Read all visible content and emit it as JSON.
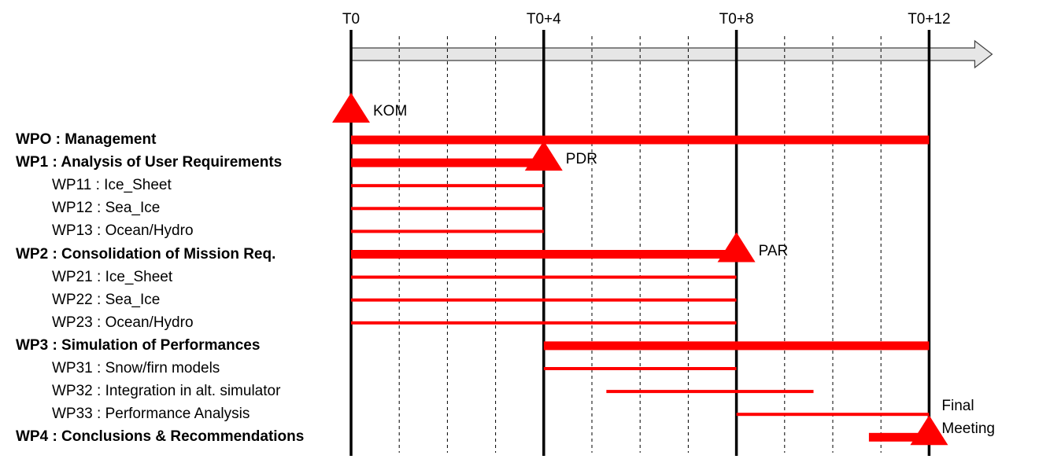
{
  "chart_data": {
    "type": "gantt",
    "x_unit": "months",
    "xlim": [
      0,
      12
    ],
    "major_ticks": [
      {
        "x": 0,
        "label": "T0"
      },
      {
        "x": 4,
        "label": "T0+4"
      },
      {
        "x": 8,
        "label": "T0+8"
      },
      {
        "x": 12,
        "label": "T0+12"
      }
    ],
    "minor_ticks": [
      1,
      2,
      3,
      5,
      6,
      7,
      9,
      10,
      11
    ],
    "tasks": [
      {
        "label": "WPO : Management",
        "level": 0,
        "start": 0,
        "end": 12
      },
      {
        "label": "WP1 : Analysis of User Requirements",
        "level": 0,
        "start": 0,
        "end": 4
      },
      {
        "label": "WP11 : Ice_Sheet",
        "level": 1,
        "start": 0,
        "end": 4
      },
      {
        "label": "WP12 : Sea_Ice",
        "level": 1,
        "start": 0,
        "end": 4
      },
      {
        "label": "WP13 : Ocean/Hydro",
        "level": 1,
        "start": 0,
        "end": 4
      },
      {
        "label": "WP2 : Consolidation of Mission Req.",
        "level": 0,
        "start": 0,
        "end": 8
      },
      {
        "label": "WP21 : Ice_Sheet",
        "level": 1,
        "start": 0,
        "end": 8
      },
      {
        "label": "WP22 : Sea_Ice",
        "level": 1,
        "start": 0,
        "end": 8
      },
      {
        "label": "WP23 : Ocean/Hydro",
        "level": 1,
        "start": 0,
        "end": 8
      },
      {
        "label": "WP3 : Simulation of Performances",
        "level": 0,
        "start": 4,
        "end": 12
      },
      {
        "label": "WP31 :  Snow/firn models",
        "level": 1,
        "start": 4,
        "end": 8
      },
      {
        "label": "WP32 : Integration in alt. simulator",
        "level": 1,
        "start": 5.3,
        "end": 9.6
      },
      {
        "label": "WP33 : Performance Analysis",
        "level": 1,
        "start": 8,
        "end": 12
      },
      {
        "label": "WP4 : Conclusions & Recommendations",
        "level": 0,
        "start": 10.75,
        "end": 12
      }
    ],
    "milestones": [
      {
        "label": "KOM",
        "x": 0,
        "row": 0
      },
      {
        "label": "PDR",
        "x": 4,
        "row": 1
      },
      {
        "label": "PAR",
        "x": 8,
        "row": 5
      },
      {
        "label": "Final Meeting",
        "x": 12,
        "row": 13
      }
    ],
    "colors": {
      "bar": "#ff0000",
      "milestone": "#ff0000",
      "arrow_fill": "#e6e6e6",
      "arrow_stroke": "#404040",
      "grid": "#000000"
    }
  }
}
